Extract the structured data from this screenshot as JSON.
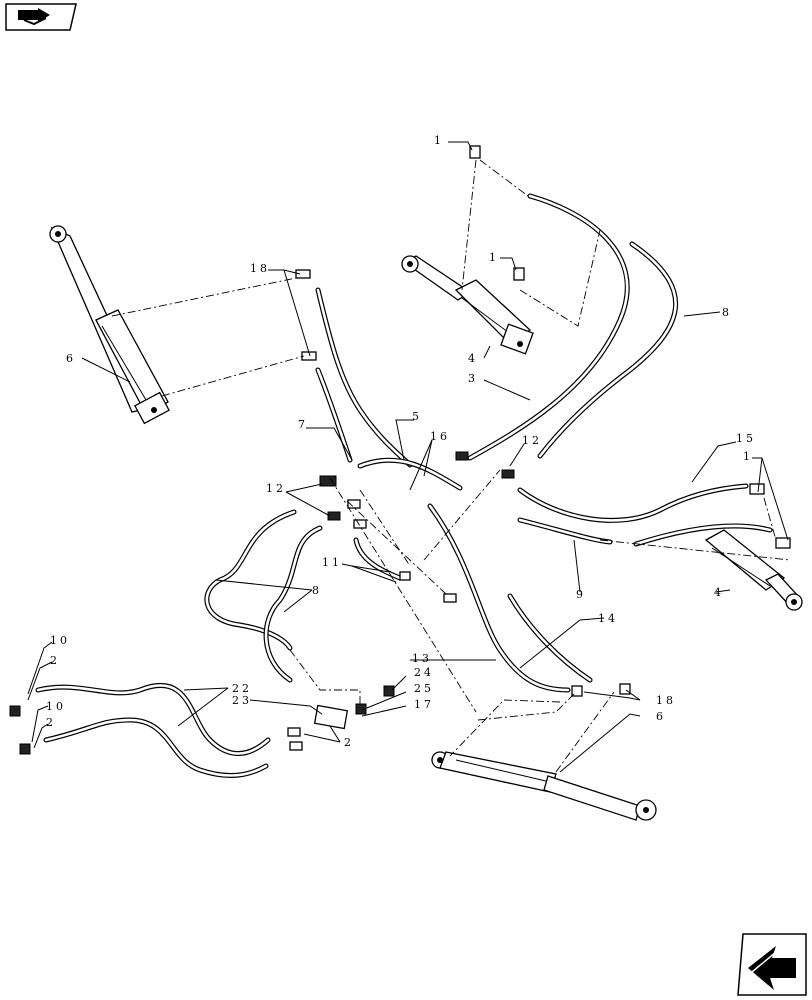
{
  "icons": {
    "top_left": "book-arrow-icon",
    "bottom_right": "next-page-arrow-icon"
  },
  "callouts": {
    "c1_top": "1",
    "c1_mid": "1",
    "c1_right": "1",
    "c2_a": "2",
    "c2_b": "2",
    "c2_c": "2",
    "c3": "3",
    "c4_top": "4",
    "c4_right": "4",
    "c5": "5",
    "c6_left": "6",
    "c6_bottom": "6",
    "c7": "7",
    "c8_right": "8",
    "c8_left": "8",
    "c9": "9",
    "c10_a": "10",
    "c10_b": "10",
    "c11": "11",
    "c12_left": "12",
    "c12_right": "12",
    "c13": "13",
    "c14": "14",
    "c15": "15",
    "c16": "16",
    "c17": "17",
    "c18_top": "18",
    "c18_bottom": "18",
    "c22": "22",
    "c23": "23",
    "c24": "24",
    "c25": "25"
  }
}
